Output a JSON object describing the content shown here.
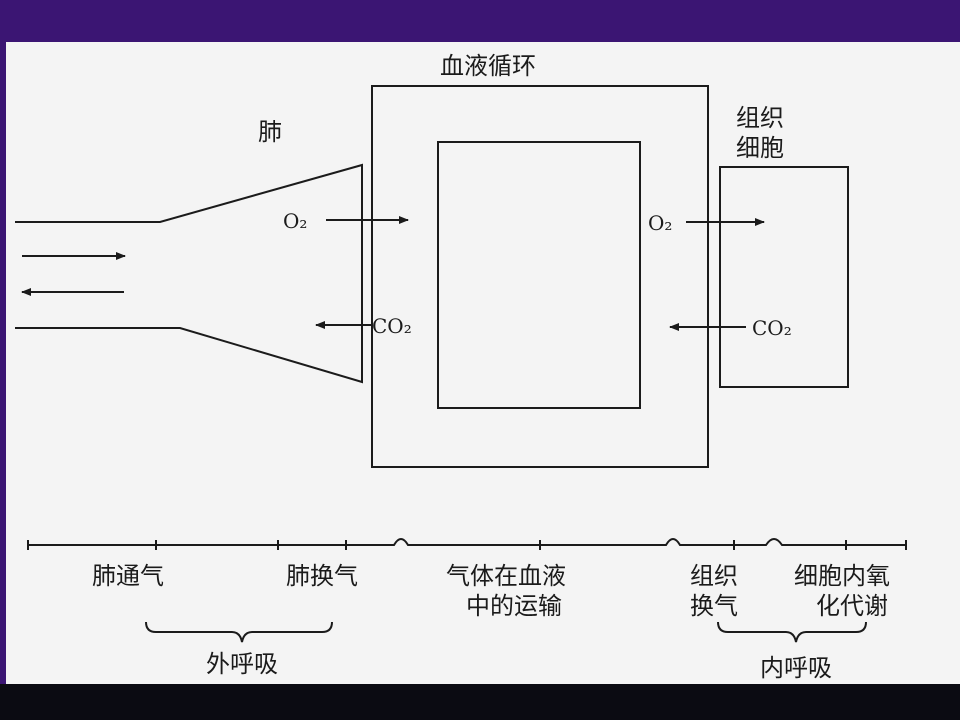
{
  "colors": {
    "header_band": "#3b1573",
    "footer_band": "#0b0b12",
    "paper": "#f4f4f4",
    "ink": "#1b1b1b"
  },
  "diagram": {
    "lung_label": "肺",
    "blood_label": "血液循环",
    "tissue_label_line1": "组织",
    "tissue_label_line2": "细胞",
    "o2_left": "O₂",
    "o2_right": "O₂",
    "co2_left": "CO₂",
    "co2_right": "CO₂"
  },
  "stages": {
    "lung_ventilation": "肺通气",
    "lung_exchange": "肺换气",
    "blood_transport_line1": "气体在血液",
    "blood_transport_line2": "中的运输",
    "tissue_exchange_line1": "组织",
    "tissue_exchange_line2": "换气",
    "cell_oxidation_line1": "细胞内氧",
    "cell_oxidation_line2": "化代谢"
  },
  "groups": {
    "external_respiration": "外呼吸",
    "internal_respiration": "内呼吸"
  }
}
